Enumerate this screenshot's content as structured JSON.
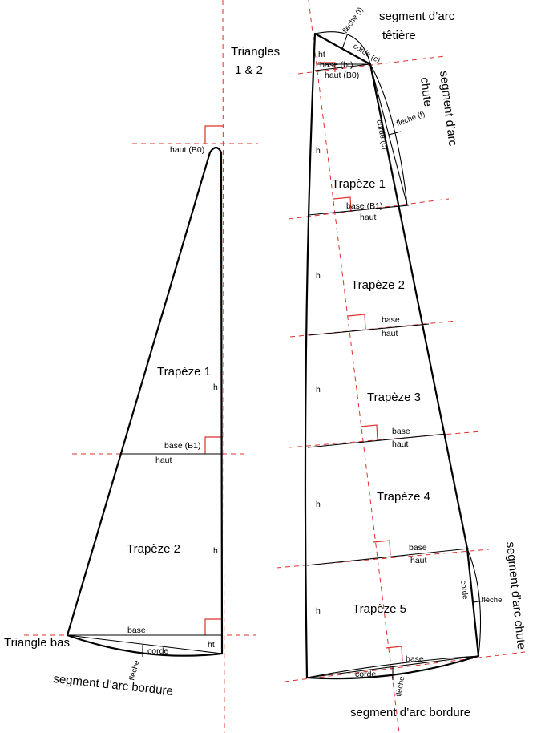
{
  "labels": {
    "triangles_title_line1": "Triangles",
    "triangles_title_line2": "1 & 2",
    "left_haut_b0": "haut (B0)",
    "left_trapeze_1": "Trapèze 1",
    "left_h1": "h",
    "left_base_b1": "base (B1)",
    "left_haut": "haut",
    "left_trapeze_2": "Trapèze 2",
    "left_h2": "h",
    "left_base": "base",
    "left_ht": "ht",
    "left_corde": "corde",
    "left_fleche": "flèche",
    "triangle_bas": "Triangle bas",
    "left_segment_bordure": "segment d’arc bordure",
    "tetiere_segment_line1": "segment d’arc",
    "tetiere_segment_line2": "têtière",
    "tetiere_fleche": "flèche (f)",
    "tetiere_corde": "corde (c)",
    "right_ht": "ht",
    "right_base_bt": "base (bt)",
    "right_haut_b0": "haut (B0)",
    "chute_segment_line1": "segment d’arc",
    "chute_segment_line2": "chute",
    "chute_fleche": "flèche (f)",
    "chute_corde": "corde (c)",
    "right_trapeze_1": "Trapèze 1",
    "right_base_b1": "base (B1)",
    "right_haut_1": "haut",
    "right_trapeze_2": "Trapèze 2",
    "right_base_2": "base",
    "right_haut_2": "haut",
    "right_trapeze_3": "Trapèze 3",
    "right_base_3": "base",
    "right_haut_3": "haut",
    "right_trapeze_4": "Trapèze 4",
    "right_base_4": "base",
    "right_haut_4": "haut",
    "right_trapeze_5": "Trapèze 5",
    "right_base_5": "base",
    "right_corde_bottom": "corde",
    "right_fleche_bottom": "flèche",
    "right_segment_bordure": "segment d’arc bordure",
    "chute_low_segment": "segment d’arc chute",
    "chute_low_corde": "corde",
    "chute_low_fleche": "flèche",
    "h_1": "h",
    "h_2": "h",
    "h_3": "h",
    "h_4": "h",
    "h_5": "h"
  },
  "colors": {
    "outline": "#000000",
    "construction": "#e0302a",
    "background": "#ffffff"
  }
}
